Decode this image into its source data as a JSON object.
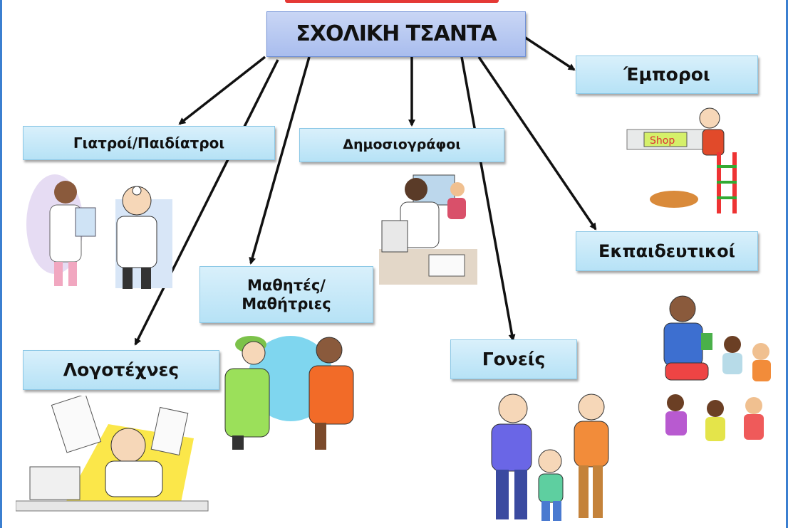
{
  "root": {
    "label": "ΣΧΟΛΙΚΗ ΤΣΑΝΤΑ"
  },
  "nodes": {
    "doctors": "Γιατροί/Παιδίατροι",
    "journalists": "Δημοσιογράφοι",
    "merchants": "Έμποροι",
    "students_line1": "Μαθητές/",
    "students_line2": "Μαθήτριες",
    "educators": "Εκπαιδευτικοί",
    "writers": "Λογοτέχνες",
    "parents": "Γονείς"
  },
  "logo_watermark": "Shop",
  "colors": {
    "node_fill": "#bfe6f7",
    "root_fill": "#b7c7f1",
    "arrow": "#111111",
    "frame": "#3b7fd0"
  }
}
